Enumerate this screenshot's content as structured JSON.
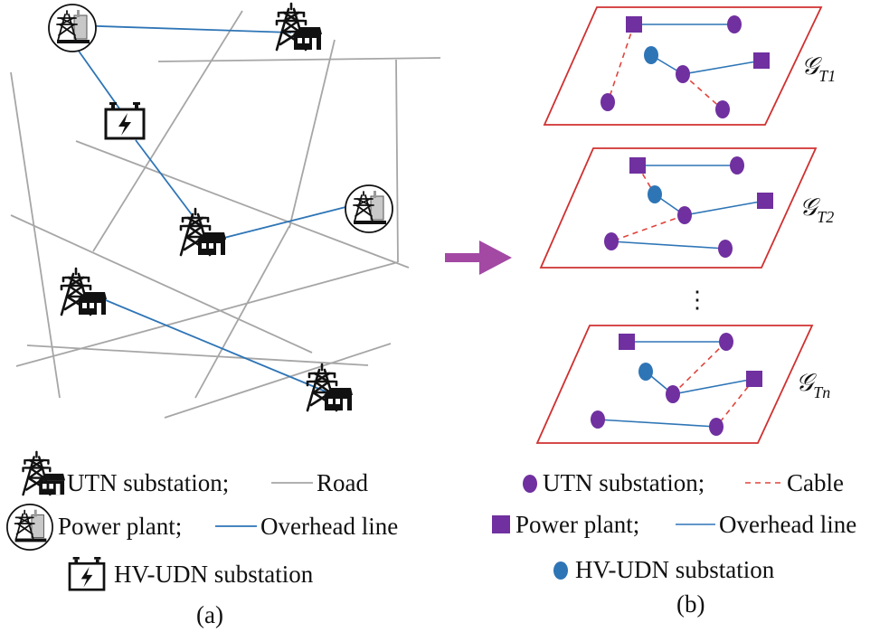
{
  "panel_a": {
    "caption": "(a)",
    "legend": {
      "utn_substation": "UTN substation;",
      "road": "Road",
      "power_plant": "Power plant;",
      "overhead_line": "Overhead line",
      "hv_udn_substation": "HV-UDN substation"
    }
  },
  "panel_b": {
    "caption": "(b)",
    "layers": [
      {
        "label": "𝒢",
        "subscript": "T1"
      },
      {
        "label": "𝒢",
        "subscript": "T2"
      },
      {
        "label": "𝒢",
        "subscript": "Tn"
      }
    ],
    "ellipsis": "⋮",
    "legend": {
      "utn_substation": "UTN substation;",
      "cable": "Cable",
      "power_plant": "Power plant;",
      "overhead_line": "Overhead line",
      "hv_udn_substation": "HV-UDN substation"
    }
  },
  "colors": {
    "road": "#a6a6a6",
    "overhead_line": "#2e75b6",
    "cable": "#e0443c",
    "utn_node": "#7030a0",
    "hv_udn_node": "#2e75b6",
    "plane_border": "#d03030",
    "arrow": "#a349a4"
  },
  "icons": [
    "pylon-house-icon",
    "power-plant-icon",
    "battery-substation-icon"
  ]
}
